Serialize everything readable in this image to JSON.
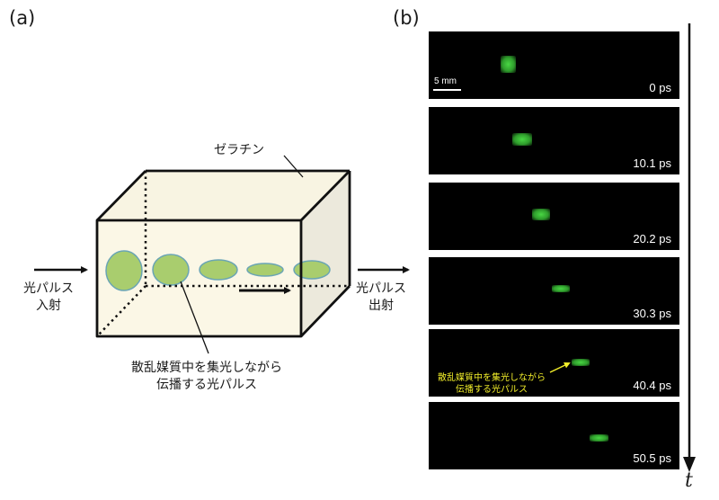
{
  "panel_a": {
    "label": "(a)",
    "gelatin_label": "ゼラチン",
    "input_label_line1": "光パルス",
    "input_label_line2": "入射",
    "output_label_line1": "光パルス",
    "output_label_line2": "出射",
    "pulse_label_line1": "散乱媒質中を集光しながら",
    "pulse_label_line2": "伝播する光パルス",
    "colors": {
      "box_fill": "#fbf7e6",
      "side_fill": "#ece9dc",
      "pulse_fill": "#a9cd6e",
      "pulse_stroke": "#6aa5b4"
    }
  },
  "panel_b": {
    "label": "(b)",
    "scale_label": "5 mm",
    "annotation_line1": "散乱媒質中を集光しながら",
    "annotation_line2": "伝播する光パルス",
    "time_axis_label": "t",
    "frames": [
      {
        "time": "0 ps"
      },
      {
        "time": "10.1 ps"
      },
      {
        "time": "20.2 ps"
      },
      {
        "time": "30.3 ps"
      },
      {
        "time": "40.4 ps"
      },
      {
        "time": "50.5 ps"
      }
    ],
    "colors": {
      "frame_bg": "#000000",
      "pulse": "#3ec23a",
      "annotation": "#f2ee2a"
    }
  }
}
